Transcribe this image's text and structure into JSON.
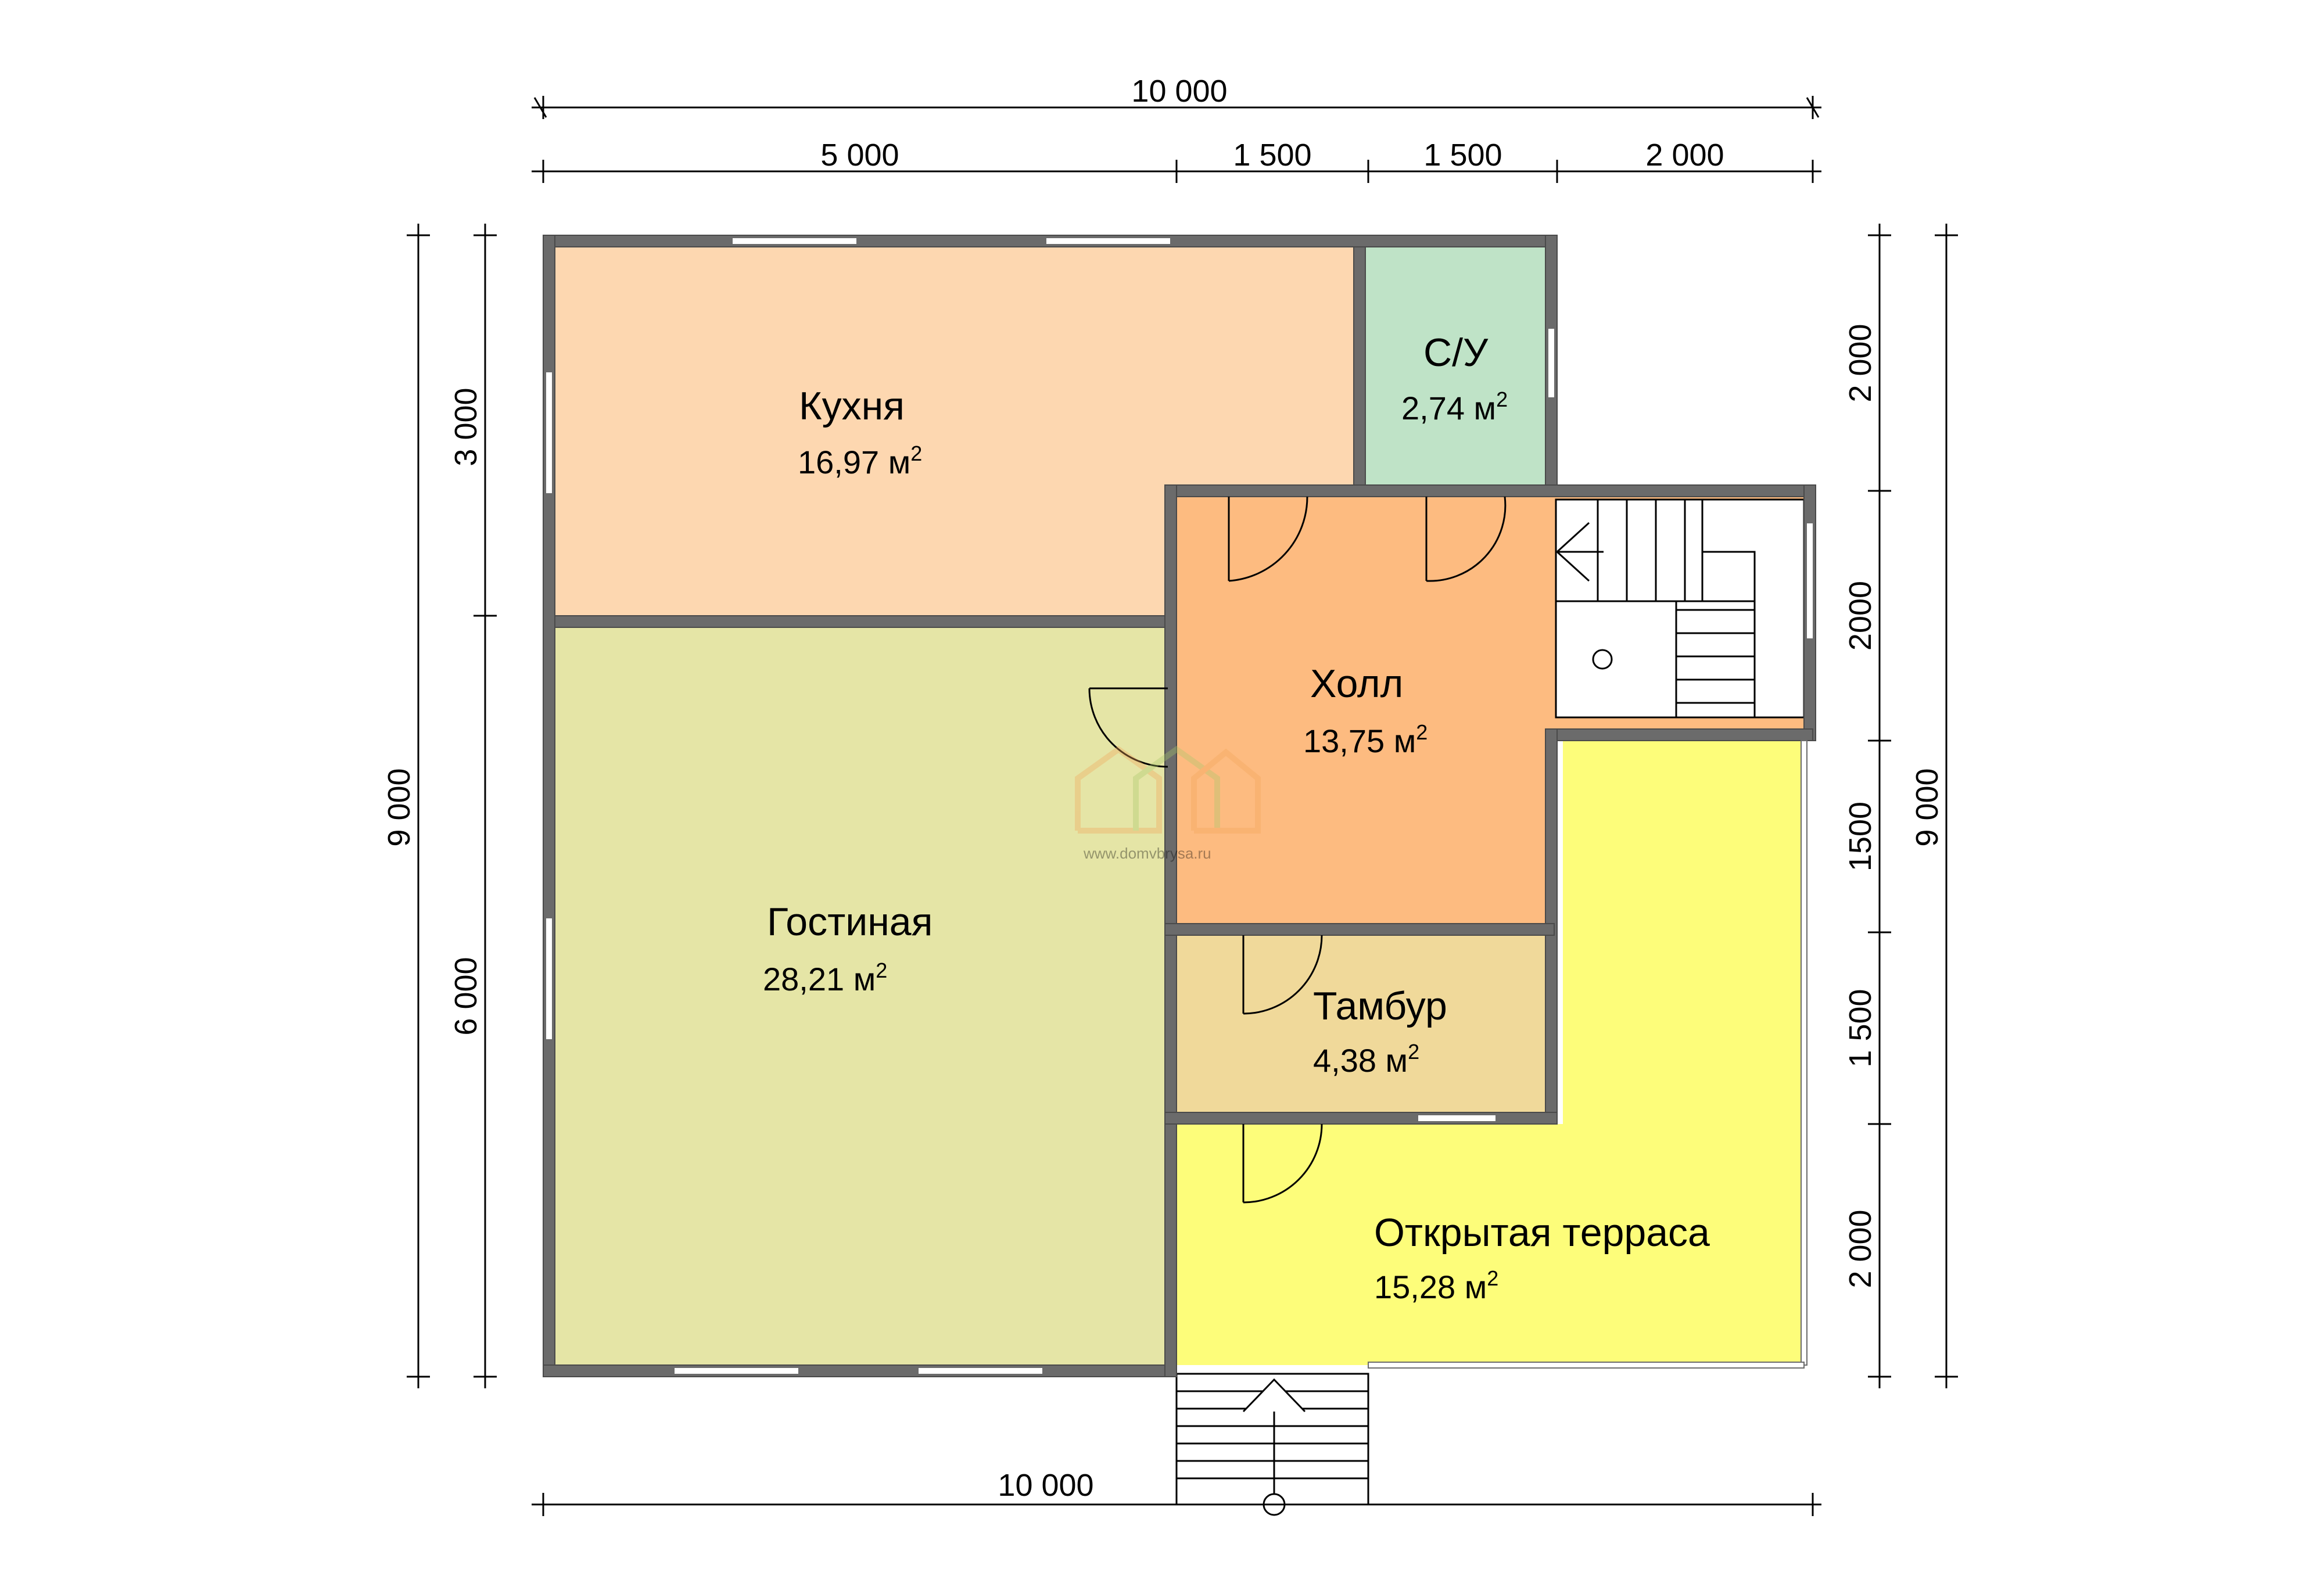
{
  "dimensions": {
    "top_total": "10 000",
    "top_1": "5 000",
    "top_2": "1 500",
    "top_3": "1 500",
    "top_4": "2 000",
    "bottom_total": "10 000",
    "left_total": "9 000",
    "left_upper": "3 000",
    "left_lower": "6 000",
    "right_total": "9 000",
    "right_1": "2 000",
    "right_2": "2000",
    "right_3": "1500",
    "right_4": "1 500",
    "right_5": "2 000"
  },
  "rooms": {
    "kitchen": {
      "name": "Кухня",
      "area": "16,97 м",
      "sup": "2",
      "color": "#fdd7b0"
    },
    "bath": {
      "name": "С/У",
      "area": "2,74 м",
      "sup": "2",
      "color": "#bfe3c7"
    },
    "hall": {
      "name": "Холл",
      "area": "13,75 м",
      "sup": "2",
      "color": "#fdbb80"
    },
    "living": {
      "name": "Гостиная",
      "area": "28,21 м",
      "sup": "2",
      "color": "#e5e5a6"
    },
    "vestibule": {
      "name": "Тамбур",
      "area": "4,38 м",
      "sup": "2",
      "color": "#f0d99a"
    },
    "terrace": {
      "name": "Открытая терраса",
      "area": "15,28 м",
      "sup": "2",
      "color": "#fdfd7a"
    }
  },
  "watermark": {
    "text": "www.domvbrysa.ru"
  },
  "colors": {
    "wall": "#6b6b6b",
    "line": "#000000",
    "background": "#ffffff"
  }
}
